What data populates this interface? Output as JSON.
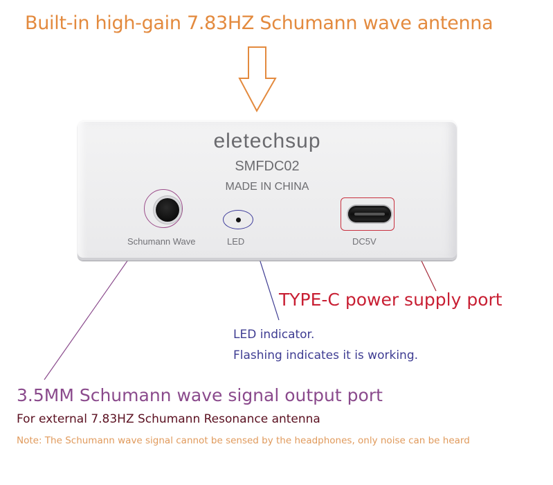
{
  "header": {
    "title": "Built-in high-gain 7.83HZ Schumann wave antenna",
    "title_color": "#e38a3e",
    "arrow_icon": "down-arrow-outline"
  },
  "device": {
    "brand": "eletechsup",
    "model": "SMFDC02",
    "origin": "MADE IN CHINA",
    "ports": [
      {
        "name": "audio-jack",
        "label": "Schumann Wave",
        "highlight_color": "#9b4d8a"
      },
      {
        "name": "led",
        "label": "LED",
        "highlight_color": "#3c3a9a"
      },
      {
        "name": "usb-c",
        "label": "DC5V",
        "highlight_color": "#c8303e"
      }
    ]
  },
  "callouts": {
    "typec": {
      "text": "TYPE-C power supply port",
      "color": "#c81f33"
    },
    "led": {
      "line1": "LED indicator.",
      "line2": "Flashing indicates it is working.",
      "color": "#3e3c92"
    },
    "audio_port": {
      "title": "3.5MM Schumann wave signal output port",
      "title_color": "#8a4a8c",
      "subtitle": "For external 7.83HZ Schumann Resonance antenna",
      "subtitle_color": "#5a1020",
      "note": "Note: The Schumann wave signal cannot be sensed by the headphones, only noise can be heard",
      "note_color": "#e09a5c"
    }
  }
}
